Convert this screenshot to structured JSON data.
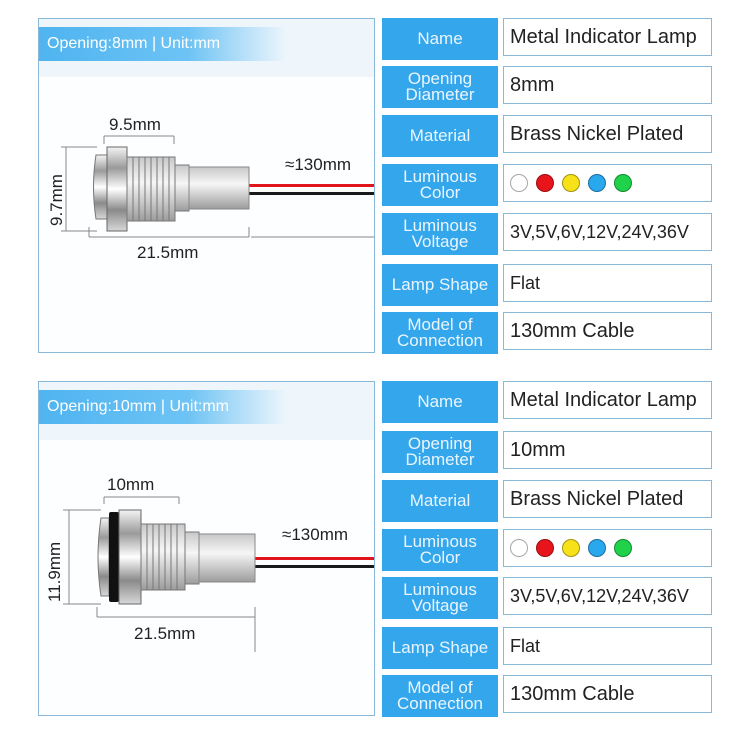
{
  "panels": [
    {
      "banner": "Opening:8mm | Unit:mm",
      "dims": {
        "width": "9.5mm",
        "height": "9.7mm",
        "length": "21.5mm",
        "cable": "≈130mm"
      },
      "specs": [
        {
          "label": "Name",
          "value": "Metal Indicator Lamp"
        },
        {
          "label": "Opening Diameter",
          "value": "8mm"
        },
        {
          "label": "Material",
          "value": "Brass Nickel Plated"
        },
        {
          "label": "Luminous Color",
          "value": ""
        },
        {
          "label": "Luminous Voltage",
          "value": "3V,5V,6V,12V,24V,36V"
        },
        {
          "label": "Lamp Shape",
          "value": "Flat"
        },
        {
          "label": "Model of Connection",
          "value": "130mm Cable"
        }
      ]
    },
    {
      "banner": "Opening:10mm | Unit:mm",
      "dims": {
        "width": "10mm",
        "height": "11.9mm",
        "length": "21.5mm",
        "cable": "≈130mm"
      },
      "specs": [
        {
          "label": "Name",
          "value": "Metal Indicator Lamp"
        },
        {
          "label": "Opening Diameter",
          "value": "10mm"
        },
        {
          "label": "Material",
          "value": "Brass Nickel Plated"
        },
        {
          "label": "Luminous Color",
          "value": ""
        },
        {
          "label": "Luminous Voltage",
          "value": "3V,5V,6V,12V,24V,36V"
        },
        {
          "label": "Lamp Shape",
          "value": "Flat"
        },
        {
          "label": "Model of Connection",
          "value": "130mm Cable"
        }
      ]
    }
  ],
  "colors": {
    "accent": "#34a6ec",
    "led_colors": [
      "#ffffff",
      "#e8141c",
      "#f7e21a",
      "#2aa8ee",
      "#1fd24a"
    ]
  }
}
